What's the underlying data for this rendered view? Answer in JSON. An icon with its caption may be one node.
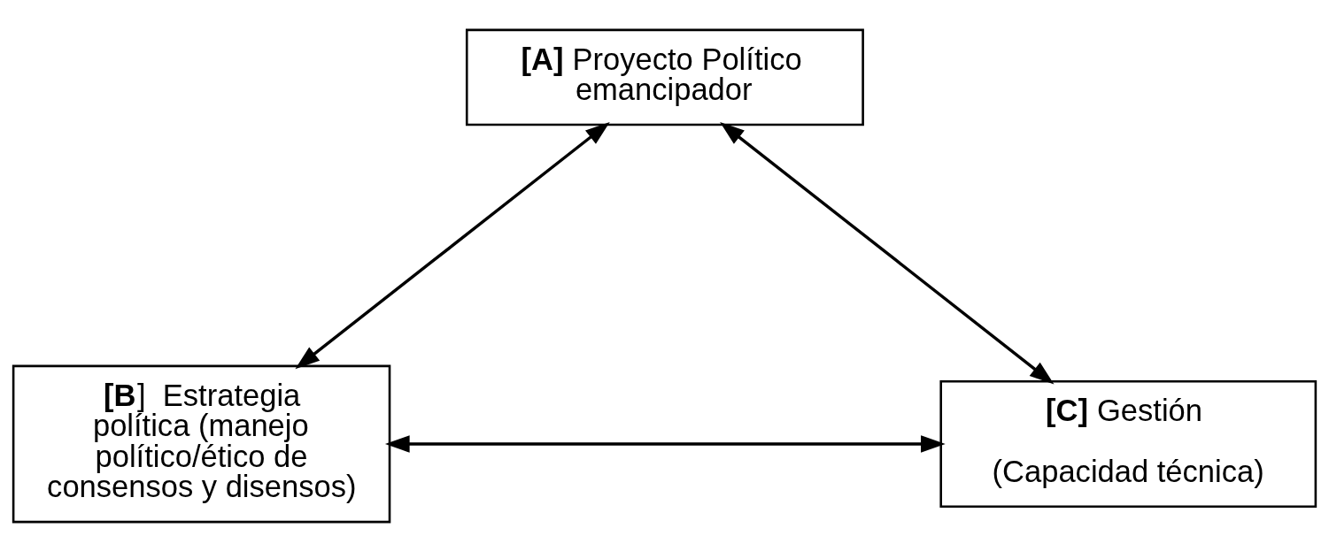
{
  "diagram": {
    "nodes": [
      {
        "text": [
          "**[A]**  Proyecto Político emancipador"
        ]
      },
      {
        "text": [
          "**[B**]  Estrategia política (manejo político/ético de consensos y disensos)"
        ]
      },
      {
        "text": [
          "**[C]**  Gestión",
          "(Capacidad técnica)"
        ]
      }
    ],
    "edges": [
      {
        "from": 0,
        "to": 1,
        "arrow": "both"
      },
      {
        "from": 0,
        "to": 2,
        "arrow": "both"
      },
      {
        "from": 1,
        "to": 2,
        "arrow": "both"
      }
    ]
  }
}
